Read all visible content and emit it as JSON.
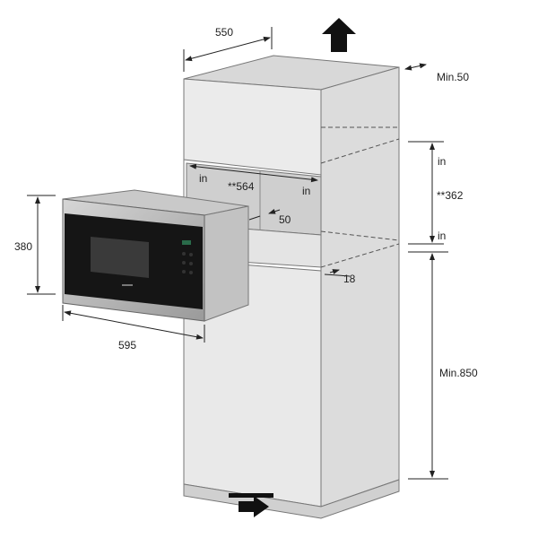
{
  "title": "Microwave built-in installation dimensions",
  "dimensions": {
    "cabinet_depth": "550",
    "min_gap_top": "Min.50",
    "opening_width": "**564",
    "opening_width_in_left": "in",
    "opening_width_in_right": "in",
    "side_gap": "50",
    "opening_height": "**362",
    "opening_height_in_top": "in",
    "opening_height_in_bottom": "in",
    "shelf_thickness": "18",
    "min_floor_height": "Min.850",
    "microwave_height": "380",
    "microwave_width": "595"
  },
  "icons": {
    "airflow_out": "arrow-up-icon",
    "airflow_in": "arrow-right-icon"
  },
  "colors": {
    "cabinet_front": "#e9e9e9",
    "cabinet_side": "#dcdcdc",
    "microwave_glass": "#151515",
    "microwave_frame": "#b8b8b8"
  }
}
